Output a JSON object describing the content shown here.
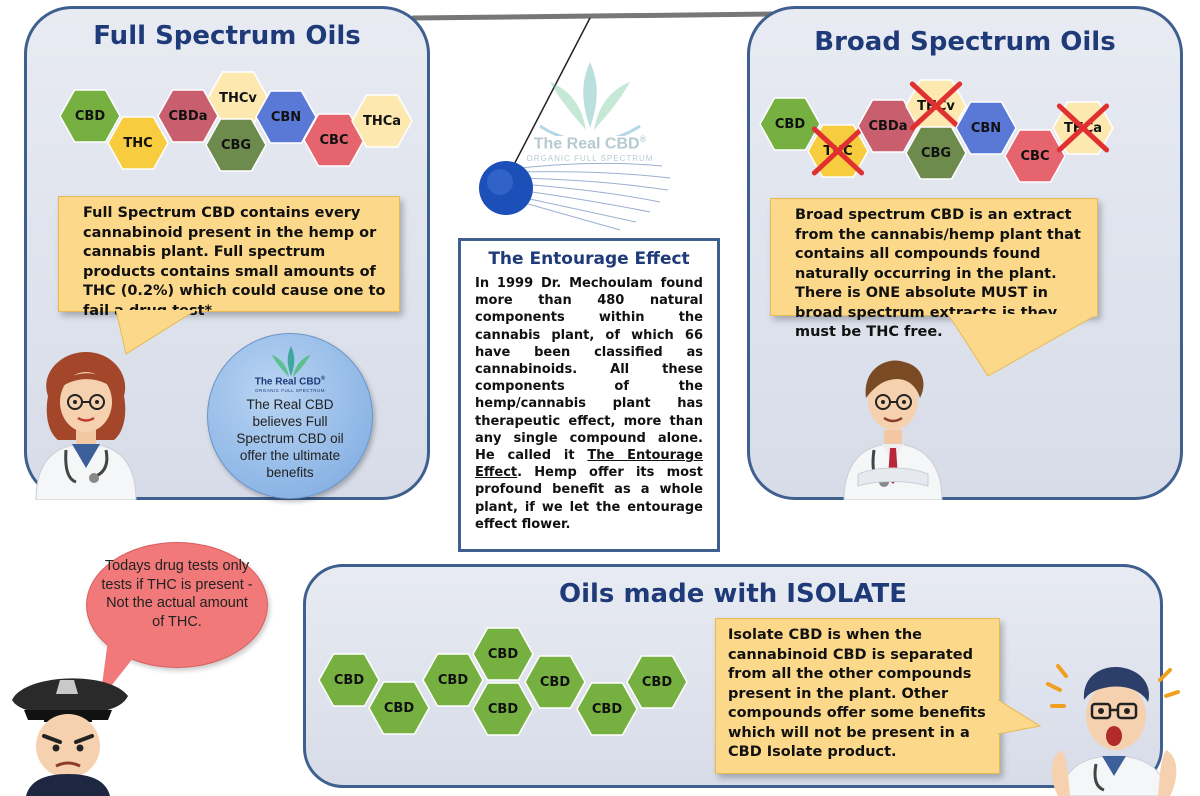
{
  "full_spectrum": {
    "title": "Full Spectrum Oils",
    "hexes": [
      {
        "label": "CBD",
        "color": "#76b041"
      },
      {
        "label": "THC",
        "color": "#f7cc3f"
      },
      {
        "label": "CBDa",
        "color": "#c95f6e"
      },
      {
        "label": "THCv",
        "color": "#fde8b0"
      },
      {
        "label": "CBG",
        "color": "#6e8b4e"
      },
      {
        "label": "CBN",
        "color": "#5a78d6"
      },
      {
        "label": "CBC",
        "color": "#e5646e"
      },
      {
        "label": "THCa",
        "color": "#fde8b0"
      }
    ],
    "note": "Full Spectrum CBD contains every cannabinoid present in the hemp or cannabis plant. Full spectrum products contains small amounts of THC (0.2%) which could cause one to fail a drug test*"
  },
  "broad_spectrum": {
    "title": "Broad Spectrum Oils",
    "hexes": [
      {
        "label": "CBD",
        "color": "#76b041",
        "crossed": false
      },
      {
        "label": "THC",
        "color": "#f7cc3f",
        "crossed": true
      },
      {
        "label": "CBDa",
        "color": "#c95f6e",
        "crossed": false
      },
      {
        "label": "THCv",
        "color": "#fde8b0",
        "crossed": true
      },
      {
        "label": "CBG",
        "color": "#6e8b4e",
        "crossed": false
      },
      {
        "label": "CBN",
        "color": "#5a78d6",
        "crossed": false
      },
      {
        "label": "CBC",
        "color": "#e5646e",
        "crossed": false
      },
      {
        "label": "THCa",
        "color": "#fde8b0",
        "crossed": true
      }
    ],
    "note": "Broad spectrum CBD is an extract from the cannabis/hemp plant that contains all compounds found naturally occurring in the plant. There is ONE absolute MUST in broad spectrum extracts is they must be THC free."
  },
  "isolate": {
    "title": "Oils made with ISOLATE",
    "hexes": [
      {
        "label": "CBD",
        "color": "#76b041"
      },
      {
        "label": "CBD",
        "color": "#76b041"
      },
      {
        "label": "CBD",
        "color": "#76b041"
      },
      {
        "label": "CBD",
        "color": "#76b041"
      },
      {
        "label": "CBD",
        "color": "#76b041"
      },
      {
        "label": "CBD",
        "color": "#76b041"
      },
      {
        "label": "CBD",
        "color": "#76b041"
      },
      {
        "label": "CBD",
        "color": "#76b041"
      }
    ],
    "note": "Isolate CBD is when the cannabinoid CBD is separated from all the other compounds present in the plant. Other compounds offer some benefits which will not be present in a CBD Isolate product."
  },
  "entourage": {
    "title": "The Entourage Effect",
    "body_before": "In 1999 Dr. Mechoulam found more than 480 natural components within the cannabis plant, of which 66 have been classified as cannabinoids. All these components of the hemp/cannabis plant has therapeutic effect, more than any single compound alone. He called it ",
    "body_link": "The Entourage Effect",
    "body_after": ". Hemp offer its most profound benefit as a whole plant, if we let the entourage effect flower."
  },
  "logo": {
    "brand": "The Real CBD",
    "registered": "®",
    "tagline": "ORGANIC FULL SPECTRUM"
  },
  "circle_note": "The Real CBD believes Full Spectrum CBD oil offer the ultimate benefits",
  "police_note": "Todays drug tests only tests if THC is present - Not the actual amount of THC.",
  "colors": {
    "panel_border": "#3f5f8f",
    "title": "#1f3a78",
    "note_bg": "#fcd98a",
    "cross": "#e03030",
    "pink_bubble": "#f27979",
    "pendulum_ball": "#1d4fb8"
  },
  "icons": [
    "doctor-female-icon",
    "doctor-male-icon",
    "police-officer-icon",
    "surprised-doctor-icon",
    "newtons-cradle-icon"
  ]
}
